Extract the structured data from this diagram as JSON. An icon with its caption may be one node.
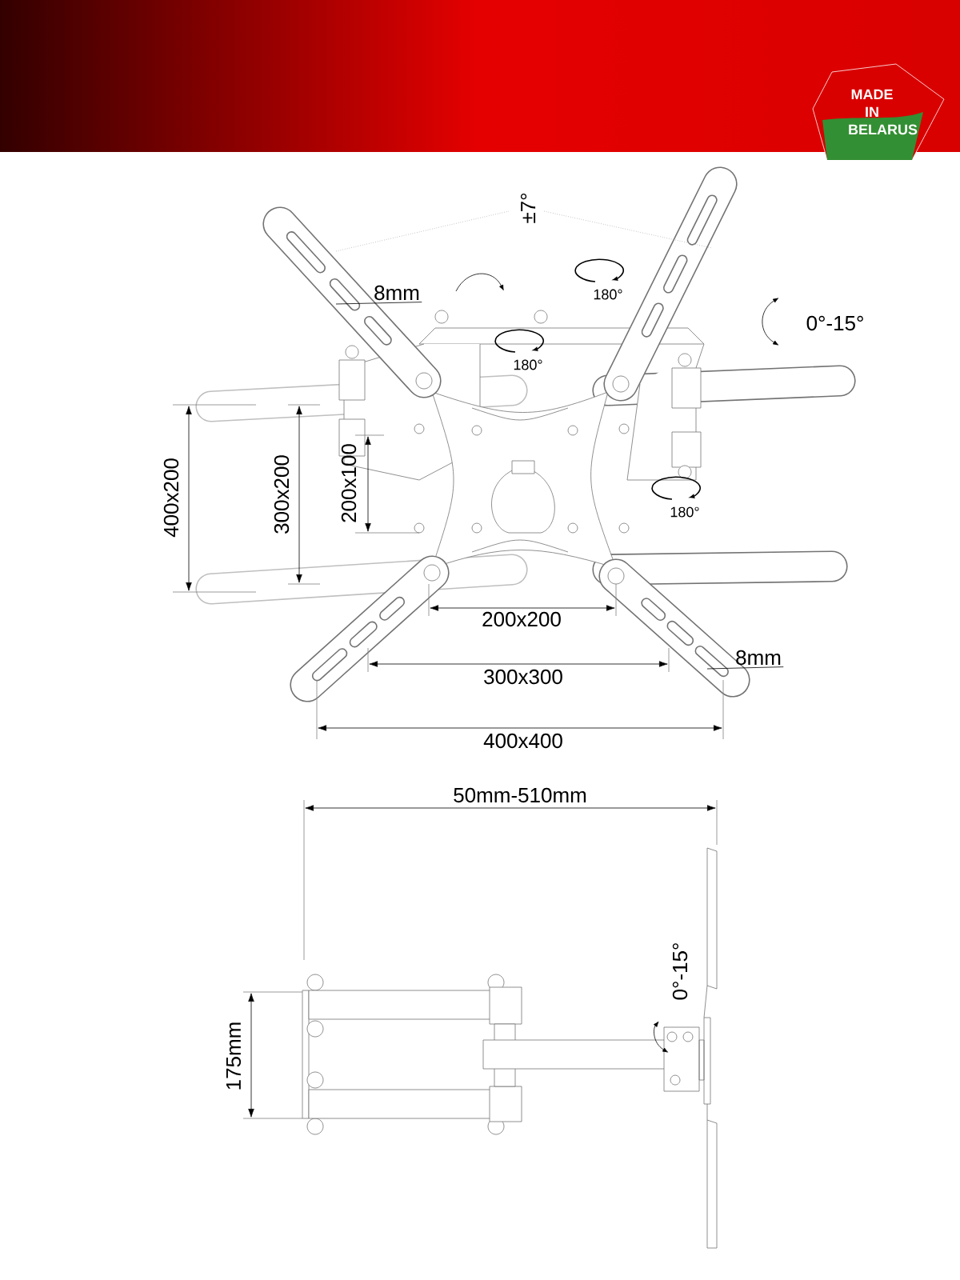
{
  "diagram": {
    "nodes": [
      {
        "text": [
          "MADE IN BELARUS"
        ]
      },
      {
        "text": [
          "8mm"
        ]
      },
      {
        "text": [
          "8mm"
        ]
      }
    ],
    "edges": [
      {
        "from": 1,
        "to": null,
        "arrow": "none"
      },
      {
        "from": 2,
        "to": null,
        "arrow": "none"
      }
    ],
    "labels": [
      "±7°",
      "180°",
      "0°-15°",
      "180°",
      "400x200",
      "300x200",
      "200x100",
      "180°",
      "200x200",
      "300x300",
      "400x400",
      "50mm-510mm",
      "0°-15°",
      "175mm"
    ]
  }
}
